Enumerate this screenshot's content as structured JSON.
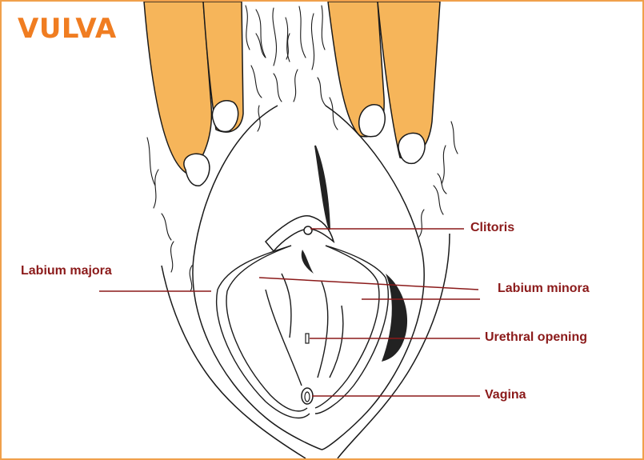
{
  "title": "VULVA",
  "labels": {
    "clitoris": "Clitoris",
    "labium_majora": "Labium majora",
    "labium_minora": "Labium minora",
    "urethral_opening": "Urethral opening",
    "vagina": "Vagina"
  },
  "colors": {
    "title": "#f07d21",
    "border": "#f0a04b",
    "fingers": "#f6b55a",
    "label_text": "#8b1a1a",
    "leader_lines": "#8b1a1a",
    "outline": "#1a1a1a",
    "shadow": "#222222"
  }
}
